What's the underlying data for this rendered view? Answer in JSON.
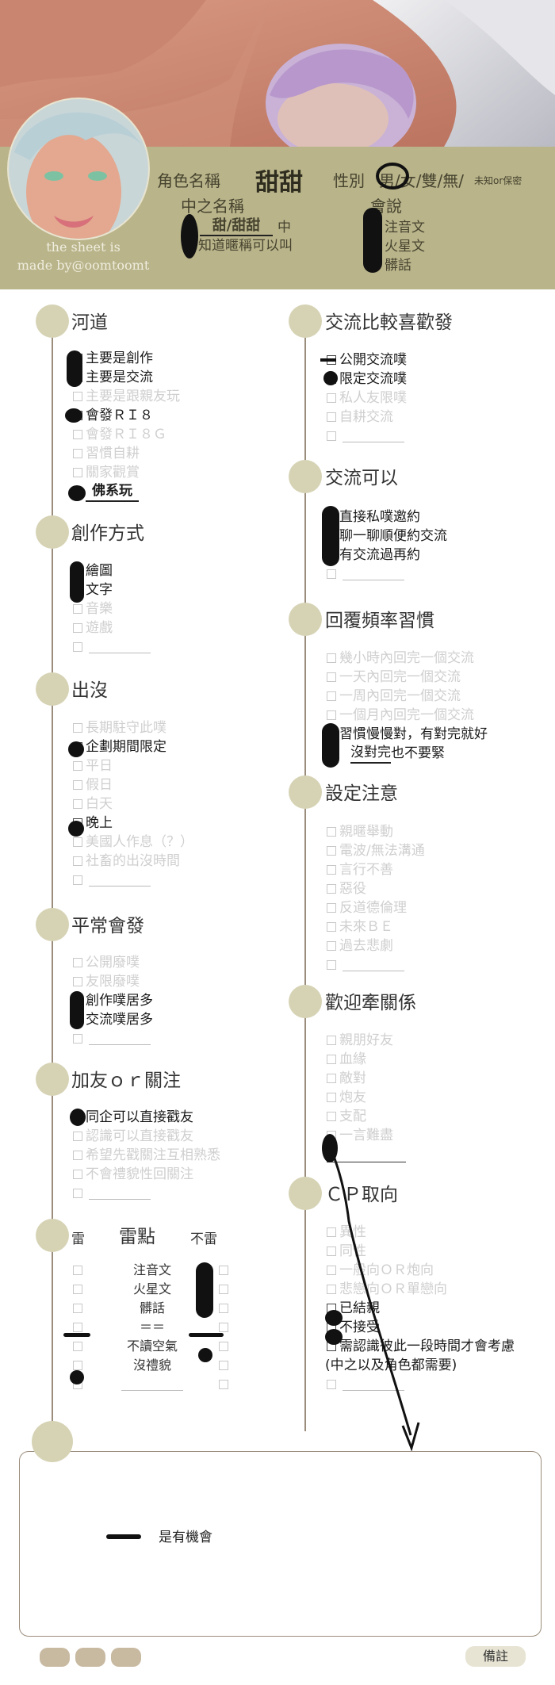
{
  "header": {
    "role_name_label": "角色名稱",
    "role_name_value": "甜甜",
    "gender_label": "性別",
    "gender_options": "男/女/雙/無/",
    "gender_unknown": "未知or保密",
    "cn_name_label": "中之名稱",
    "cn_name_value": "甜/甜甜",
    "cn_name_suffix": "中",
    "cn_name_note": "知道暱稱可以叫",
    "speak_label": "會說",
    "speak_items": [
      "注音文",
      "火星文",
      "髒話"
    ],
    "credit_line1": "the sheet is",
    "credit_line2": "made by@oomtoomt"
  },
  "sections": {
    "hedao": {
      "title": "河道",
      "items": [
        "主要是創作",
        "主要是交流",
        "主要是跟親友玩",
        "會發ＲＩ８",
        "會發ＲＩ８Ｇ",
        "習慣自耕",
        "關家觀賞"
      ],
      "custom": "佛系玩"
    },
    "chuangzuo": {
      "title": "創作方式",
      "items": [
        "繪圖",
        "文字",
        "音樂",
        "遊戲"
      ]
    },
    "chumo": {
      "title": "出沒",
      "items": [
        "長期駐守此噗",
        "企劃期間限定",
        "平日",
        "假日",
        "白天",
        "晚上",
        "美國人作息（？）",
        "社畜的出沒時間"
      ]
    },
    "pingchang": {
      "title": "平常會發",
      "items": [
        "公開廢噗",
        "友限廢噗",
        "創作噗居多",
        "交流噗居多"
      ]
    },
    "jiayou": {
      "title": "加友ｏｒ關注",
      "items": [
        "同企可以直接戳友",
        "認識可以直接戳友",
        "希望先戳關注互相熟悉",
        "不會禮貌性回關注"
      ]
    },
    "leidian": {
      "title": "雷點",
      "lei_label": "雷",
      "bulei_label": "不雷",
      "items": [
        "注音文",
        "火星文",
        "髒話",
        "＝＝",
        "不讀空氣",
        "沒禮貌"
      ]
    },
    "jiaoliu_fa": {
      "title": "交流比較喜歡發",
      "items": [
        "公開交流噗",
        "限定交流噗",
        "私人友限噗",
        "自耕交流"
      ]
    },
    "jiaoliu_ke": {
      "title": "交流可以",
      "items": [
        "直接私噗邀約",
        "聊一聊順便約交流",
        "有交流過再約"
      ]
    },
    "huifu": {
      "title": "回覆頻率習慣",
      "items": [
        "幾小時內回完一個交流",
        "一天內回完一個交流",
        "一周內回完一個交流",
        "一個月內回完一個交流",
        "習慣慢慢對，有對完就好"
      ],
      "extra_pre": "沒對完",
      "extra_post": "也不要緊"
    },
    "sheding": {
      "title": "設定注意",
      "items": [
        "親暱舉動",
        "電波/無法溝通",
        "言行不善",
        "惡役",
        "反道德倫理",
        "未來ＢＥ",
        "過去悲劇"
      ]
    },
    "qianguanxi": {
      "title": "歡迎牽關係",
      "items": [
        "親朋好友",
        "血緣",
        "敵對",
        "炮友",
        "支配",
        "一言難盡"
      ]
    },
    "cp": {
      "title": "ＣＰ取向",
      "items": [
        "異性",
        "同性",
        "一般向ＯＲ炮向",
        "悲戀向ＯＲ單戀向",
        "已結親",
        "不接受"
      ],
      "last_line1": "需認識彼此一段時間才會考慮",
      "last_line2": "(中之以及角色都需要)"
    }
  },
  "notes": {
    "text": "是有機會"
  },
  "footer": {
    "remark_label": "備註"
  }
}
